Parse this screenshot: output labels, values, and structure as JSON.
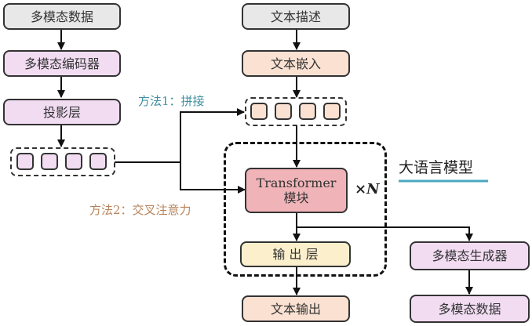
{
  "left_branch": {
    "input": "多模态数据",
    "encoder": "多模态编码器",
    "projection": "投影层",
    "token_count": 4
  },
  "text_branch": {
    "input": "文本描述",
    "embedding": "文本嵌入",
    "token_count": 4
  },
  "methods": {
    "method1": "方法1：拼接",
    "method2": "方法2：交叉注意力"
  },
  "llm": {
    "title": "大语言模型",
    "block_line1": "Transformer",
    "block_line2": "模块",
    "repeat": "×N",
    "output_layer": "输 出 层"
  },
  "outputs": {
    "text_output": "文本输出",
    "generator": "多模态生成器",
    "multimodal_output": "多模态数据"
  },
  "colors": {
    "gray": "#e8e8e8",
    "pink": "#f2dcf2",
    "peach": "#fbe1d2",
    "rose": "#f0b4b8",
    "cream": "#fcf0cc",
    "method1": "#3f8fa0",
    "method2": "#b8835a",
    "title_underline": "#4aa8c0"
  }
}
